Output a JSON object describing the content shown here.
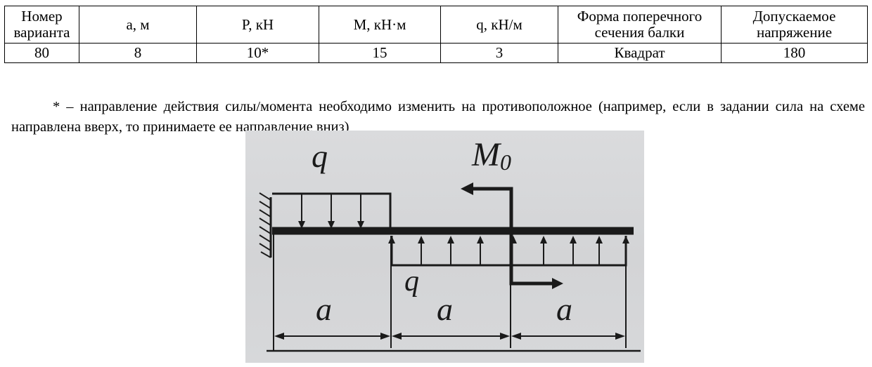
{
  "table": {
    "headers": [
      "Номер варианта",
      "a, м",
      "P, кН",
      "М, кН·м",
      "q, кН/м",
      "Форма поперечного сечения балки",
      "Допускаемое напряжение"
    ],
    "values": [
      "80",
      "8",
      "10*",
      "15",
      "3",
      "Квадрат",
      "180"
    ]
  },
  "note": "* – направление действия силы/момента необходимо изменить на противоположное (например, если в задании сила на схеме направлена вверх, то принимаете ее направление вниз)",
  "scheme": {
    "load_top_label": "q",
    "load_bottom_label": "q",
    "moment_label": "M",
    "moment_subscript": "0",
    "span_label": "a",
    "ink_color": "#1a1a1a"
  }
}
